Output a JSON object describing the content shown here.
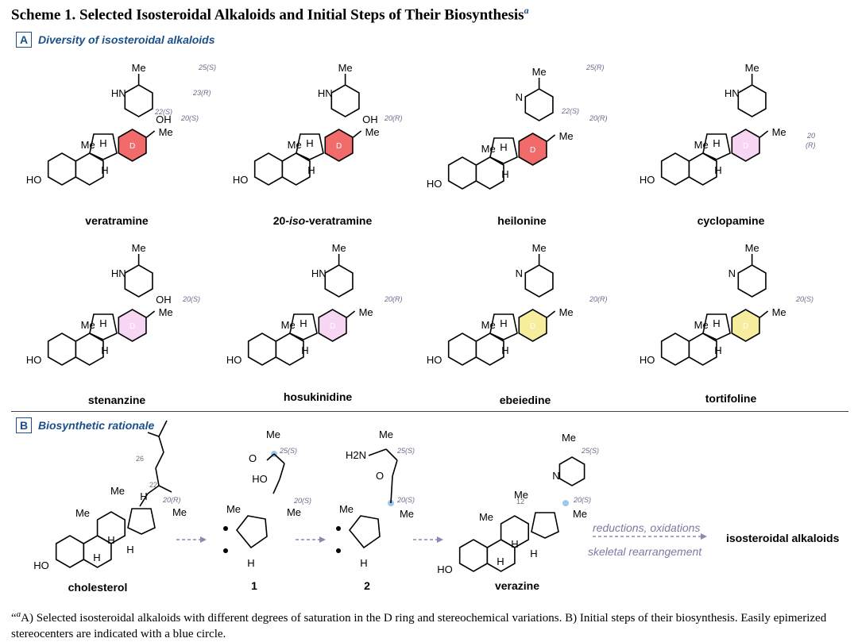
{
  "title": {
    "text": "Scheme 1. Selected Isosteroidal Alkaloids and Initial Steps of Their Biosynthesis",
    "sup": "a"
  },
  "panelA": {
    "letter": "A",
    "title": "Diversity of isosteroidal alkaloids"
  },
  "panelB": {
    "letter": "B",
    "title": "Biosynthetic rationale"
  },
  "compounds_row1": [
    "veratramine",
    "20-iso-veratramine",
    "heilonine",
    "cyclopamine"
  ],
  "compounds_row2": [
    "stenanzine",
    "hosukinidine",
    "ebeiedine",
    "tortifoline"
  ],
  "compounds_b": [
    "cholesterol",
    "1",
    "2",
    "verazine"
  ],
  "arrow_labels": {
    "top": "reductions, oxidations",
    "bottom": "skeletal rearrangement",
    "product": "isosteroidal alkaloids"
  },
  "labels": {
    "me": "Me",
    "ho": "HO",
    "oh": "OH",
    "hn": "HN",
    "n": "N",
    "h": "H",
    "d": "D",
    "o": "O",
    "h2n": "H2N"
  },
  "stereo": {
    "s25": "25(S)",
    "r25": "25(R)",
    "s22": "22(S)",
    "r23": "23(R)",
    "s20": "20(S)",
    "r20": "20(R)",
    "c22": "22",
    "c26": "26",
    "c12": "12"
  },
  "caption": {
    "sup": "a",
    "text": "A) Selected isosteroidal alkaloids with different degrees of saturation in the D ring and stereochemical variations. B) Initial steps of their biosynthesis. Easily epimerized stereocenters are indicated with a blue circle."
  },
  "colors": {
    "accent": "#1a4f8a",
    "aromatic_d": "#f26b6b",
    "alkene_d": "#f7d6f4",
    "saturated_d": "#f6ee9c",
    "stereo_text": "#6b6b8a",
    "epimer_circle": "#9ec8ea"
  }
}
